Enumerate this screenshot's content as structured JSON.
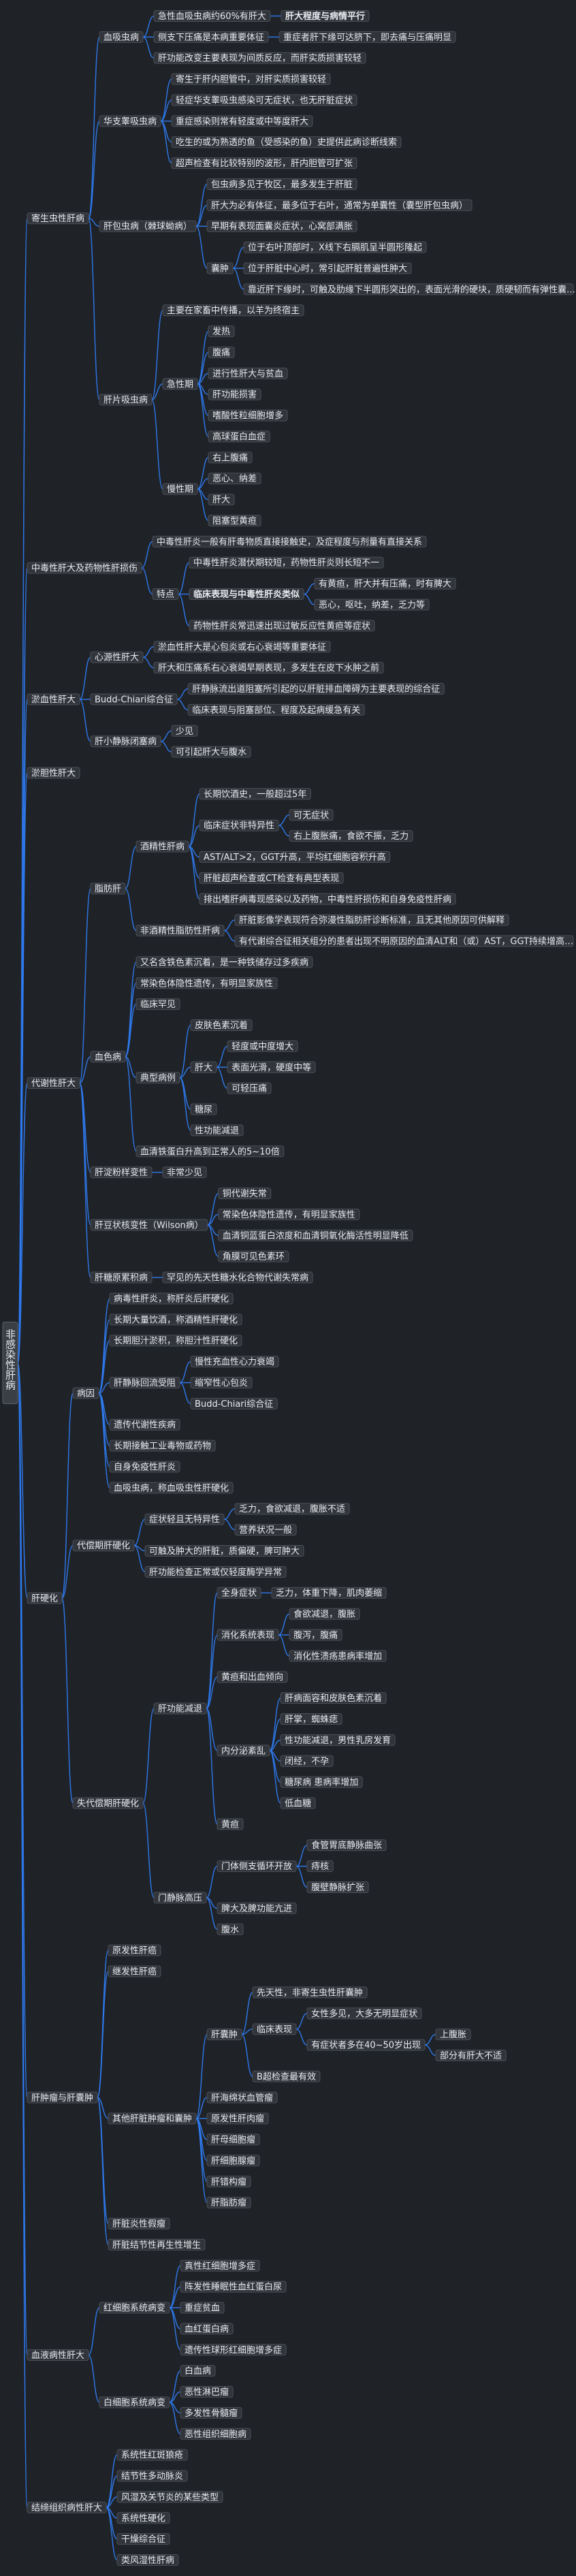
{
  "root": "非感染性肝病",
  "tree": [
    {
      "label": "寄生虫性肝病",
      "children": [
        {
          "label": "血吸虫病",
          "children": [
            {
              "label": "急性血吸虫病约60%有肝大",
              "children": [
                {
                  "label": "肝大程度与病情平行",
                  "bold": true
                }
              ]
            },
            {
              "label": "侧支下压痛是本病重要体征",
              "children": [
                {
                  "label": "重症者肝下缘可达脐下，即去痛与压痛明显"
                }
              ]
            },
            {
              "label": "肝功能改变主要表现为间质反应，而肝实质损害较轻"
            }
          ]
        },
        {
          "label": "华支睾吸虫病",
          "children": [
            {
              "label": "寄生于肝内胆管中，对肝实质损害较轻"
            },
            {
              "label": "轻症华支睾吸虫感染可无症状，也无肝脏症状"
            },
            {
              "label": "重症感染则常有轻度或中等度肝大"
            },
            {
              "label": "吃生的或为熟透的鱼（受感染的鱼）史提供此病诊断线索"
            },
            {
              "label": "超声检查有比较特别的波形，肝内胆管可扩张"
            }
          ]
        },
        {
          "label": "肝包虫病（棘球蚴病）",
          "children": [
            {
              "label": "包虫病多见于牧区，最多发生于肝脏"
            },
            {
              "label": "肝大为必有体征，最多位于右叶，通常为单囊性（囊型肝包虫病）"
            },
            {
              "label": "早期有表现面囊炎症状，心窝部满胀"
            },
            {
              "label": "囊肿",
              "children": [
                {
                  "label": "位于右叶顶部时，X线下右膈肌呈半圆形隆起"
                },
                {
                  "label": "位于肝脏中心时，常引起肝脏普遍性肿大"
                },
                {
                  "label": "靠近肝下缘时，可触及肋缘下半圆形突出的，表面光滑的硬块，质硬韧而有弹性囊样感"
                }
              ]
            }
          ]
        },
        {
          "label": "肝片吸虫病",
          "children": [
            {
              "label": "主要在家畜中传播，以羊为终宿主"
            },
            {
              "label": "急性期",
              "children": [
                {
                  "label": "发热"
                },
                {
                  "label": "腹痛"
                },
                {
                  "label": "进行性肝大与贫血"
                },
                {
                  "label": "肝功能损害"
                },
                {
                  "label": "嗜酸性粒细胞增多"
                },
                {
                  "label": "高球蛋白血症"
                }
              ]
            },
            {
              "label": "慢性期",
              "children": [
                {
                  "label": "右上腹痛"
                },
                {
                  "label": "恶心、纳差"
                },
                {
                  "label": "肝大"
                },
                {
                  "label": "阻塞型黄疸"
                }
              ]
            }
          ]
        }
      ]
    },
    {
      "label": "中毒性肝大及药物性肝损伤",
      "children": [
        {
          "label": "中毒性肝炎一般有肝毒物质直接接触史，及症程度与剂量有直接关系"
        },
        {
          "label": "特点",
          "children": [
            {
              "label": "中毒性肝炎潜伏期较短，药物性肝炎则长短不一"
            },
            {
              "label": "临床表现与中毒性肝炎类似",
              "bold": true,
              "children": [
                {
                  "label": "有黄疸，肝大并有压痛，时有脾大"
                },
                {
                  "label": "恶心，呕吐，纳差，乏力等"
                }
              ]
            },
            {
              "label": "药物性肝炎常迅速出现过敏反应性黄疸等症状"
            }
          ]
        }
      ]
    },
    {
      "label": "淤血性肝大",
      "children": [
        {
          "label": "心源性肝大",
          "children": [
            {
              "label": "淤血性肝大是心包炎或右心衰竭等重要体征"
            },
            {
              "label": "肝大和压痛系右心衰竭早期表现，多发生在皮下水肿之前"
            }
          ]
        },
        {
          "label": "Budd-Chiari综合征",
          "children": [
            {
              "label": "肝静脉流出道阻塞所引起的以肝脏排血障碍为主要表现的综合征"
            },
            {
              "label": "临床表现与阻塞部位、程度及起病缓急有关"
            }
          ]
        },
        {
          "label": "肝小静脉闭塞病",
          "children": [
            {
              "label": "少见"
            },
            {
              "label": "可引起肝大与腹水"
            }
          ]
        }
      ]
    },
    {
      "label": "淤胆性肝大"
    },
    {
      "label": "代谢性肝大",
      "children": [
        {
          "label": "脂肪肝",
          "children": [
            {
              "label": "酒精性肝病",
              "children": [
                {
                  "label": "长期饮酒史，一般超过5年"
                },
                {
                  "label": "临床症状非特异性",
                  "children": [
                    {
                      "label": "可无症状"
                    },
                    {
                      "label": "右上腹胀痛，食欲不振，乏力"
                    }
                  ]
                },
                {
                  "label": "AST/ALT>2，GGT升高，平均红细胞容积升高"
                },
                {
                  "label": "肝脏超声检查或CT检查有典型表现"
                },
                {
                  "label": "排出嗜肝病毒现感染以及药物，中毒性肝损伤和自身免疫性肝病"
                }
              ]
            },
            {
              "label": "非酒精性脂肪性肝病",
              "children": [
                {
                  "label": "肝脏影像学表现符合弥漫性脂肪肝诊断标准，且无其他原因可供解释"
                },
                {
                  "label": "有代谢综合征相关组分的患者出现不明原因的血清ALT和（或）AST，GGT持续增高半年以上"
                }
              ]
            }
          ]
        },
        {
          "label": "血色病",
          "children": [
            {
              "label": "又名含铁色素沉着，是一种铁储存过多疾病"
            },
            {
              "label": "常染色体隐性遗传，有明显家族性"
            },
            {
              "label": "临床罕见"
            },
            {
              "label": "典型病例",
              "children": [
                {
                  "label": "皮肤色素沉着"
                },
                {
                  "label": "肝大",
                  "children": [
                    {
                      "label": "轻度或中度增大"
                    },
                    {
                      "label": "表面光滑，硬度中等"
                    },
                    {
                      "label": "可轻压痛"
                    }
                  ]
                },
                {
                  "label": "糖尿"
                },
                {
                  "label": "性功能减退"
                }
              ]
            },
            {
              "label": "血清铁蛋白升高到正常人的5~10倍"
            }
          ]
        },
        {
          "label": "肝淀粉样变性",
          "children": [
            {
              "label": "非常少见"
            }
          ]
        },
        {
          "label": "肝豆状核变性（Wilson病）",
          "children": [
            {
              "label": "铜代谢失常"
            },
            {
              "label": "常染色体隐性遗传，有明显家族性"
            },
            {
              "label": "血清铜蓝蛋白浓度和血清铜氧化酶活性明显降低"
            },
            {
              "label": "角膜可见色素环"
            }
          ]
        },
        {
          "label": "肝糖原累积病",
          "children": [
            {
              "label": "罕见的先天性糖水化合物代谢失常病"
            }
          ]
        }
      ]
    },
    {
      "label": "肝硬化",
      "children": [
        {
          "label": "病因",
          "children": [
            {
              "label": "病毒性肝炎，称肝炎后肝硬化"
            },
            {
              "label": "长期大量饮酒，称酒精性肝硬化"
            },
            {
              "label": "长期胆汁淤积，称胆汁性肝硬化"
            },
            {
              "label": "肝静脉回流受阻",
              "children": [
                {
                  "label": "慢性充血性心力衰竭"
                },
                {
                  "label": "缩窄性心包炎"
                },
                {
                  "label": "Budd-Chiari综合征"
                }
              ]
            },
            {
              "label": "遗传代谢性疾病"
            },
            {
              "label": "长期接触工业毒物或药物"
            },
            {
              "label": "自身免疫性肝炎"
            },
            {
              "label": "血吸虫病，称血吸虫性肝硬化"
            }
          ]
        },
        {
          "label": "代偿期肝硬化",
          "children": [
            {
              "label": "症状轻且无特异性",
              "children": [
                {
                  "label": "乏力，食欲减退，腹胀不适"
                },
                {
                  "label": "营养状况一般"
                }
              ]
            },
            {
              "label": "可触及肿大的肝脏，质偏硬，脾可肿大"
            },
            {
              "label": "肝功能检查正常或仅轻度酶学异常"
            }
          ]
        },
        {
          "label": "失代偿期肝硬化",
          "children": [
            {
              "label": "肝功能减退",
              "children": [
                {
                  "label": "全身症状",
                  "children": [
                    {
                      "label": "乏力，体重下降，肌肉萎缩"
                    }
                  ]
                },
                {
                  "label": "消化系统表现",
                  "children": [
                    {
                      "label": "食欲减退，腹胀"
                    },
                    {
                      "label": "腹泻，腹痛"
                    },
                    {
                      "label": "消化性溃疡患病率增加"
                    }
                  ]
                },
                {
                  "label": "黄疸和出血倾向"
                },
                {
                  "label": "内分泌紊乱",
                  "children": [
                    {
                      "label": "肝病面容和皮肤色素沉着"
                    },
                    {
                      "label": "肝掌，蜘蛛痣"
                    },
                    {
                      "label": "性功能减退，男性乳房发育"
                    },
                    {
                      "label": "闭经，不孕"
                    },
                    {
                      "label": "糖尿病 患病率增加"
                    },
                    {
                      "label": "低血糖"
                    }
                  ]
                },
                {
                  "label": "黄疸"
                }
              ]
            },
            {
              "label": "门静脉高压",
              "children": [
                {
                  "label": "门体侧支循环开放",
                  "children": [
                    {
                      "label": "食管胃底静脉曲张"
                    },
                    {
                      "label": "痔核"
                    },
                    {
                      "label": "腹壁静脉扩张"
                    }
                  ]
                },
                {
                  "label": "脾大及脾功能亢进"
                },
                {
                  "label": "腹水"
                }
              ]
            }
          ]
        }
      ]
    },
    {
      "label": "肝肿瘤与肝囊肿",
      "children": [
        {
          "label": "原发性肝癌"
        },
        {
          "label": "继发性肝癌"
        },
        {
          "label": "其他肝脏肿瘤和囊肿",
          "children": [
            {
              "label": "肝囊肿",
              "children": [
                {
                  "label": "先天性，非寄生虫性肝囊肿"
                },
                {
                  "label": "临床表现",
                  "children": [
                    {
                      "label": "女性多见，大多无明显症状"
                    },
                    {
                      "label": "有症状者多在40~50岁出现",
                      "children": [
                        {
                          "label": "上腹胀"
                        },
                        {
                          "label": "部分有肝大不适"
                        }
                      ]
                    }
                  ]
                },
                {
                  "label": "B超检查最有效"
                }
              ]
            },
            {
              "label": "肝海绵状血管瘤"
            },
            {
              "label": "原发性肝肉瘤"
            },
            {
              "label": "肝母细胞瘤"
            },
            {
              "label": "肝细胞腺瘤"
            },
            {
              "label": "肝错构瘤"
            },
            {
              "label": "肝脂肪瘤"
            }
          ]
        },
        {
          "label": "肝脏炎性假瘤"
        },
        {
          "label": "肝脏结节性再生性增生"
        }
      ]
    },
    {
      "label": "血液病性肝大",
      "children": [
        {
          "label": "红细胞系统病变",
          "children": [
            {
              "label": "真性红细胞增多症"
            },
            {
              "label": "阵发性睡眠性血红蛋白尿"
            },
            {
              "label": "重症贫血"
            },
            {
              "label": "血红蛋白病"
            },
            {
              "label": "遗传性球形红细胞增多症"
            }
          ]
        },
        {
          "label": "白细胞系统病变",
          "children": [
            {
              "label": "白血病"
            },
            {
              "label": "恶性淋巴瘤"
            },
            {
              "label": "多发性骨髓瘤"
            },
            {
              "label": "恶性组织细胞病"
            }
          ]
        }
      ]
    },
    {
      "label": "结缔组织病性肝大",
      "children": [
        {
          "label": "系统性红斑狼疮"
        },
        {
          "label": "结节性多动脉炎"
        },
        {
          "label": "风湿及关节炎的某些类型"
        },
        {
          "label": "系统性硬化"
        },
        {
          "label": "干燥综合征"
        },
        {
          "label": "类风湿性肝病"
        }
      ]
    }
  ]
}
